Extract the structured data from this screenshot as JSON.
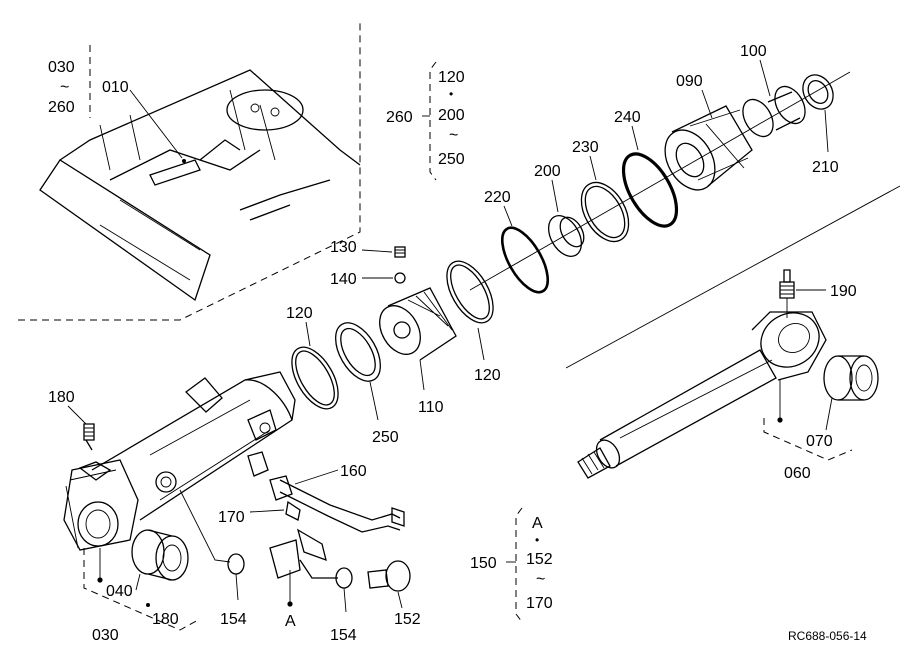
{
  "labels": {
    "p010": "010",
    "p030_top": "030",
    "tilde_top": "~",
    "p260_top": "260",
    "p260_mid": "260",
    "p120_range": "120",
    "p200_range": "200",
    "p250_range": "250",
    "dot": "•",
    "tilde": "~",
    "p090": "090",
    "p100": "100",
    "p210": "210",
    "p240": "240",
    "p230": "230",
    "p200": "200",
    "p220": "220",
    "p130": "130",
    "p140": "140",
    "p120_left": "120",
    "p250": "250",
    "p110": "110",
    "p120_right": "120",
    "p190": "190",
    "p180": "180",
    "p160": "160",
    "p170": "170",
    "p070": "070",
    "p060": "060",
    "p150": "150",
    "pA_range": "A",
    "p152_range": "152",
    "p170_range": "170",
    "p040": "040",
    "p180_b": "180",
    "p030_b": "030",
    "p154_a": "154",
    "pA": "A",
    "p154_b": "154",
    "p152": "152",
    "ref": "RC688-056-14"
  }
}
